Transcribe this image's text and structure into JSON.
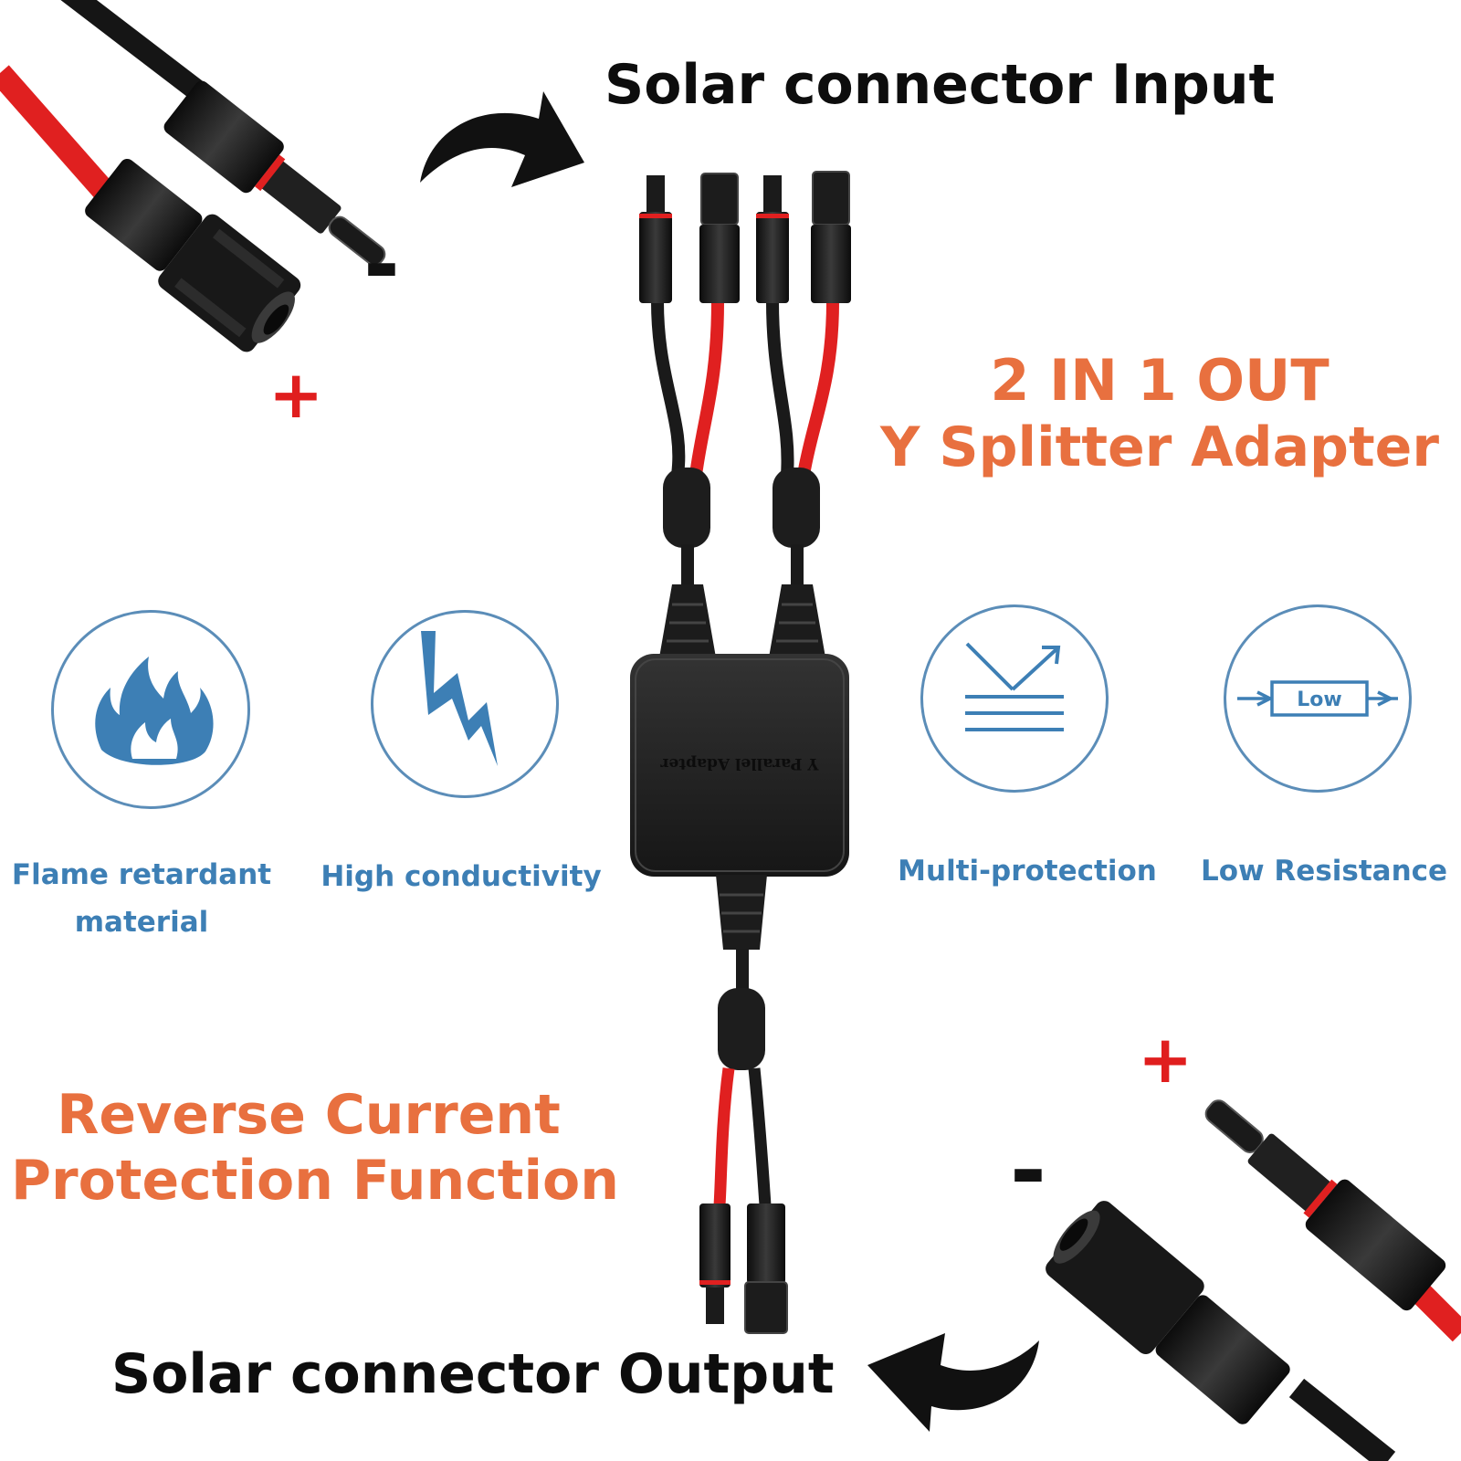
{
  "headings": {
    "input": "Solar connector Input",
    "output": "Solar connector Output",
    "product_line1": "2 IN 1 OUT",
    "product_line2": "Y Splitter Adapter",
    "reverse_line1": "Reverse Current",
    "reverse_line2": "Protection Function"
  },
  "features": [
    {
      "icon": "flame-icon",
      "label_line1": "Flame retardant",
      "label_line2": "material"
    },
    {
      "icon": "lightning-icon",
      "label_line1": "High conductivity"
    },
    {
      "icon": "reflect-arrow-icon",
      "label_line1": "Multi-protection"
    },
    {
      "icon": "resistor-icon",
      "label_line1": "Low Resistance",
      "icon_text": "Low"
    }
  ],
  "polarity": {
    "top_minus": "-",
    "top_plus": "+",
    "bottom_minus": "-",
    "bottom_plus": "+"
  },
  "device": {
    "box_label": "Y Parallel Adapter"
  },
  "colors": {
    "orange": "#e8703f",
    "blue": "#3d7fb5",
    "red_wire": "#e02020",
    "black_wire": "#1a1a1a"
  }
}
